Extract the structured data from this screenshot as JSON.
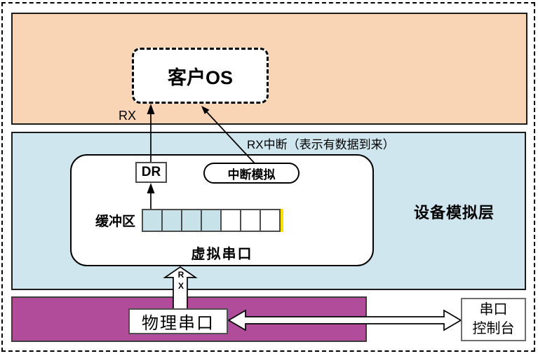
{
  "colors": {
    "orange_band": "#FAD5B5",
    "blue_band": "#CFE6EF",
    "magenta_band": "#B04C99",
    "buffer_cell": "#C8E2EA",
    "buffer_edge_highlight": "#FFE100"
  },
  "guest_os": {
    "label": "客户OS"
  },
  "labels": {
    "rx": "RX",
    "rx_interrupt_note": "RX中断（表示有数据到来）",
    "device_layer": "设备模拟层"
  },
  "virtual_serial": {
    "title": "虚拟串口",
    "dr": "DR",
    "interrupt_sim": "中断模拟",
    "buffer_label": "缓冲区",
    "buffer": {
      "total_cells": 7,
      "filled_cells": 4
    }
  },
  "physical_serial": {
    "label": "物理串口"
  },
  "console": {
    "line1": "串口",
    "line2": "控制台"
  },
  "rx_block_arrow": {
    "line1": "R",
    "line2": "X"
  }
}
